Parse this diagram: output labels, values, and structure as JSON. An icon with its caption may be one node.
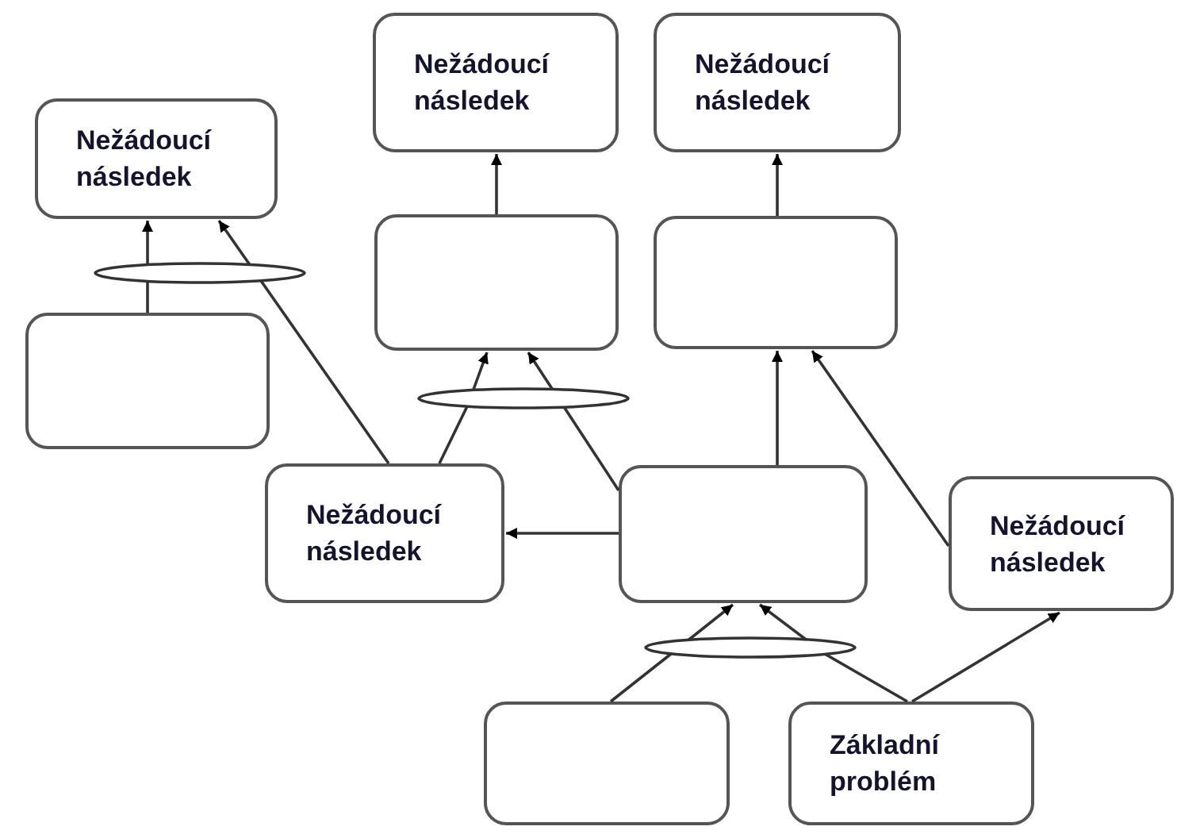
{
  "diagram": {
    "nodes": [
      {
        "text": [
          "Nežádoucí následek"
        ]
      },
      {
        "text": [],
        "shape": "box"
      },
      {
        "text": [
          "Nežádoucí následek"
        ]
      },
      {
        "text": [],
        "shape": "box"
      },
      {
        "text": [
          "Nežádoucí následek"
        ]
      },
      {
        "text": [],
        "shape": "box"
      },
      {
        "text": [
          "Nežádoucí následek"
        ]
      },
      {
        "text": [],
        "shape": "box"
      },
      {
        "text": [
          "Nežádoucí následek"
        ]
      },
      {
        "text": [],
        "shape": "box"
      },
      {
        "text": [
          "Základní problém"
        ]
      }
    ],
    "edges": [
      {
        "from": 1,
        "to": 0,
        "arrow": "to"
      },
      {
        "from": 6,
        "to": 0,
        "arrow": "to"
      },
      {
        "from": 3,
        "to": 2,
        "arrow": "to"
      },
      {
        "from": 5,
        "to": 4,
        "arrow": "to"
      },
      {
        "from": 6,
        "to": 3,
        "arrow": "to"
      },
      {
        "from": 7,
        "to": 3,
        "arrow": "to"
      },
      {
        "from": 7,
        "to": 5,
        "arrow": "to"
      },
      {
        "from": 8,
        "to": 5,
        "arrow": "to"
      },
      {
        "from": 7,
        "to": 6,
        "arrow": "to"
      },
      {
        "from": 9,
        "to": 7,
        "arrow": "to"
      },
      {
        "from": 10,
        "to": 7,
        "arrow": "to"
      },
      {
        "from": 10,
        "to": 8,
        "arrow": "to"
      }
    ]
  }
}
